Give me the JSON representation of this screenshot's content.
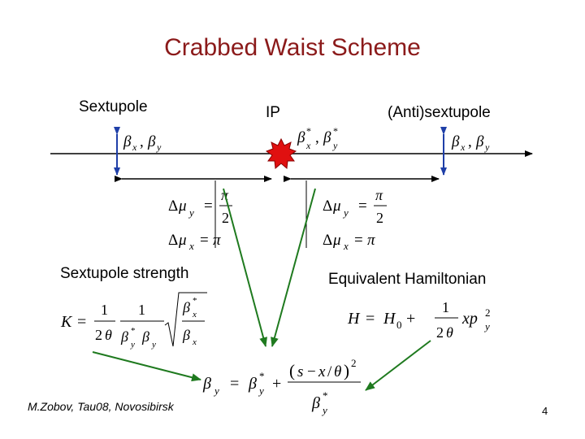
{
  "slide": {
    "title": "Crabbed Waist Scheme",
    "labels": {
      "sextupole": "Sextupole",
      "ip": "IP",
      "antisextupole": "(Anti)sextupole",
      "sextupole_strength": "Sextupole strength",
      "equivalent_hamiltonian": "Equivalent Hamiltonian"
    },
    "footer": "M.Zobov, Tau08, Novosibirsk",
    "page_number": "4"
  },
  "colors": {
    "title": "#8b1a1a",
    "beam_arrows": "#1f3fa8",
    "green_arrows": "#1f7a1f",
    "ip_star": "#e01010"
  },
  "equations": {
    "beta_left": "βx , βy",
    "beta_ip": "β*x , β*y",
    "beta_right": "βx , βy",
    "phase_left_y": "Δμy = π/2",
    "phase_left_x": "Δμx = π",
    "phase_right_y": "Δμy = π/2",
    "phase_right_x": "Δμx = π",
    "sextupole_K": "K = (1/2θ)(1/β*y βy) √(β*x/βx)",
    "hamiltonian": "H = H0 + (1/2θ) x py²",
    "beta_y_modified": "βy = β*y + (s − x/θ)²/β*y"
  }
}
